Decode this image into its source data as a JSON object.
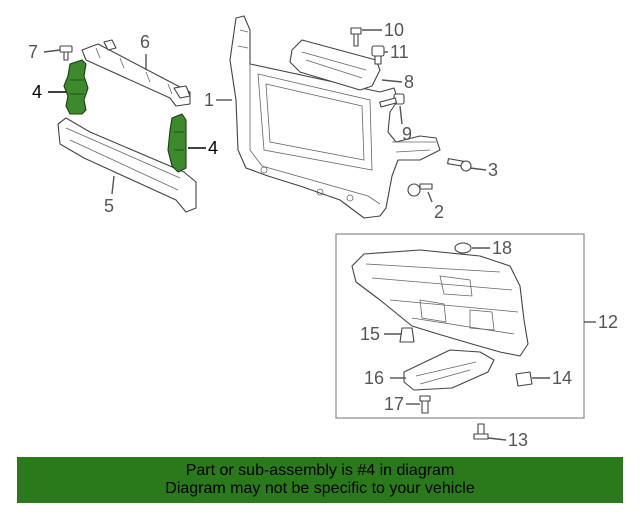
{
  "diagram": {
    "callouts": [
      {
        "id": "c1",
        "label": "1"
      },
      {
        "id": "c2",
        "label": "2"
      },
      {
        "id": "c3",
        "label": "3"
      },
      {
        "id": "c4a",
        "label": "4"
      },
      {
        "id": "c4b",
        "label": "4"
      },
      {
        "id": "c5",
        "label": "5"
      },
      {
        "id": "c6",
        "label": "6"
      },
      {
        "id": "c7",
        "label": "7"
      },
      {
        "id": "c8",
        "label": "8"
      },
      {
        "id": "c9",
        "label": "9"
      },
      {
        "id": "c10",
        "label": "10"
      },
      {
        "id": "c11",
        "label": "11"
      },
      {
        "id": "c12",
        "label": "12"
      },
      {
        "id": "c13",
        "label": "13"
      },
      {
        "id": "c14",
        "label": "14"
      },
      {
        "id": "c15",
        "label": "15"
      },
      {
        "id": "c16",
        "label": "16"
      },
      {
        "id": "c17",
        "label": "17"
      },
      {
        "id": "c18",
        "label": "18"
      }
    ],
    "highlight_color": "#3d8a2c",
    "highlighted_part": "4"
  },
  "banner": {
    "line1": "Part or sub-assembly is #4 in diagram",
    "line2": "Diagram may not be specific to your vehicle",
    "background": "#2a7a1c"
  }
}
